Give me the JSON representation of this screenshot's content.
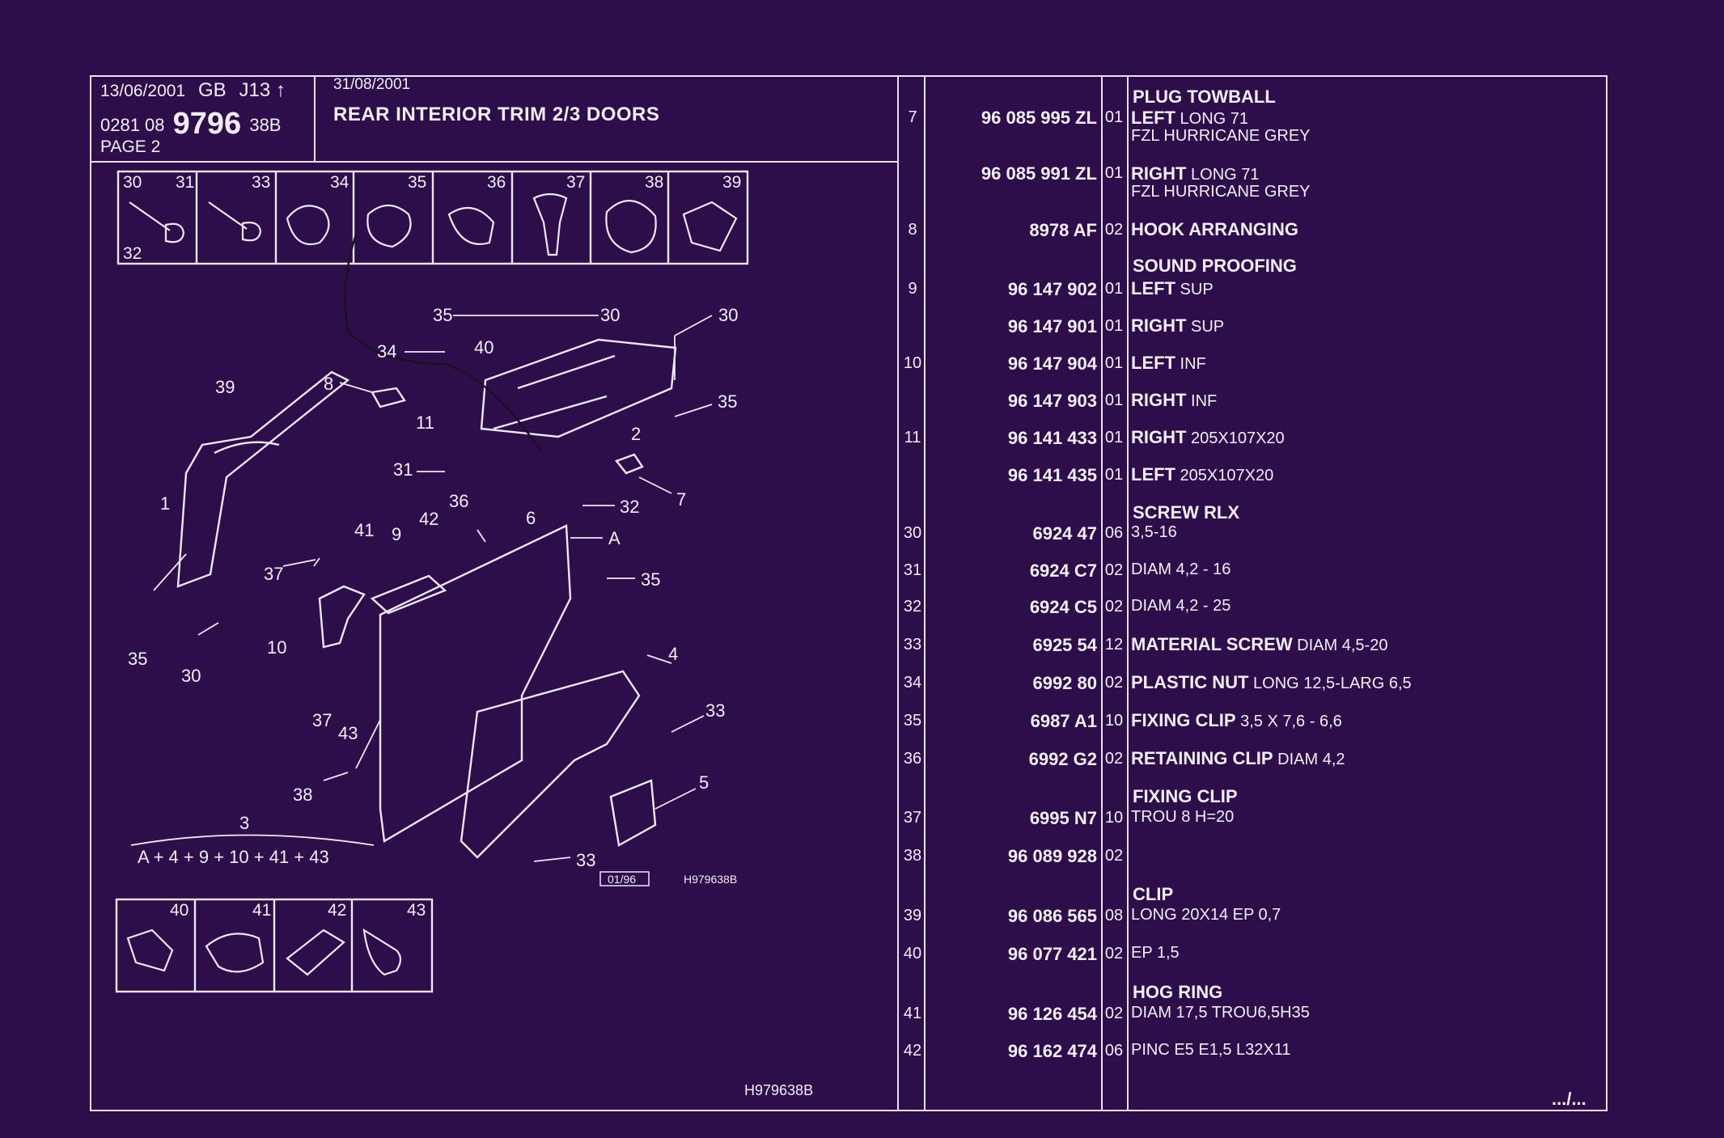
{
  "header": {
    "date1": "13/06/2001",
    "region": "GB",
    "code": "J13 ↑",
    "group": "0281  08",
    "page_no_big": "9796",
    "page_suffix": "38B",
    "page_label": "PAGE  2",
    "date2": "31/08/2001",
    "title": "REAR INTERIOR TRIM 2/3 DOORS"
  },
  "diagram": {
    "top_strip_numbers": [
      "30",
      "31",
      "33",
      "34",
      "35",
      "36",
      "37",
      "38",
      "39"
    ],
    "top_strip_sub": "32",
    "bottom_strip_numbers": [
      "40",
      "41",
      "42",
      "43"
    ],
    "callouts": [
      "35",
      "30",
      "30",
      "34",
      "40",
      "39",
      "8",
      "35",
      "11",
      "2",
      "31",
      "36",
      "7",
      "32",
      "6",
      "1",
      "42",
      "A",
      "41",
      "9",
      "37",
      "35",
      "10",
      "35",
      "30",
      "4",
      "37",
      "43",
      "33",
      "5",
      "38",
      "33",
      "3"
    ],
    "formula": "A + 4 + 9 + 10 + 41 + 43",
    "edition_box": "01/96",
    "drawing_ref": "H979638B"
  },
  "footer": {
    "drawing_ref": "H979638B",
    "continue": ".../..."
  },
  "rows": [
    {
      "idx": "7",
      "ref": "96 085 995 ZL",
      "qty": "01",
      "head": "PLUG TOWBALL",
      "bold": "LEFT",
      "desc": " LONG 71",
      "desc2": "FZL HURRICANE GREY"
    },
    {
      "idx": "",
      "ref": "96 085 991 ZL",
      "qty": "01",
      "head": "",
      "bold": "RIGHT",
      "desc": " LONG 71",
      "desc2": "FZL HURRICANE GREY"
    },
    {
      "idx": "8",
      "ref": "8978 AF",
      "qty": "02",
      "head": "",
      "bold": "HOOK ARRANGING",
      "desc": "",
      "desc2": ""
    },
    {
      "idx": "9",
      "ref": "96 147 902",
      "qty": "01",
      "head": "SOUND PROOFING",
      "bold": "LEFT",
      "desc": " SUP",
      "desc2": ""
    },
    {
      "idx": "",
      "ref": "96 147 901",
      "qty": "01",
      "head": "",
      "bold": "RIGHT",
      "desc": " SUP",
      "desc2": ""
    },
    {
      "idx": "10",
      "ref": "96 147 904",
      "qty": "01",
      "head": "",
      "bold": "LEFT",
      "desc": " INF",
      "desc2": ""
    },
    {
      "idx": "",
      "ref": "96 147 903",
      "qty": "01",
      "head": "",
      "bold": "RIGHT",
      "desc": " INF",
      "desc2": ""
    },
    {
      "idx": "11",
      "ref": "96 141 433",
      "qty": "01",
      "head": "",
      "bold": "RIGHT",
      "desc": " 205X107X20",
      "desc2": ""
    },
    {
      "idx": "",
      "ref": "96 141 435",
      "qty": "01",
      "head": "",
      "bold": "LEFT",
      "desc": " 205X107X20",
      "desc2": ""
    },
    {
      "idx": "30",
      "ref": "6924 47",
      "qty": "06",
      "head": "SCREW RLX",
      "bold": "",
      "desc": "3,5-16",
      "desc2": ""
    },
    {
      "idx": "31",
      "ref": "6924 C7",
      "qty": "02",
      "head": "",
      "bold": "",
      "desc": "DIAM 4,2 - 16",
      "desc2": ""
    },
    {
      "idx": "32",
      "ref": "6924 C5",
      "qty": "02",
      "head": "",
      "bold": "",
      "desc": "DIAM 4,2 - 25",
      "desc2": ""
    },
    {
      "idx": "33",
      "ref": "6925 54",
      "qty": "12",
      "head": "",
      "bold": "MATERIAL SCREW",
      "desc": " DIAM 4,5-20",
      "desc2": ""
    },
    {
      "idx": "34",
      "ref": "6992 80",
      "qty": "02",
      "head": "",
      "bold": "PLASTIC NUT",
      "desc": " LONG 12,5-LARG 6,5",
      "desc2": ""
    },
    {
      "idx": "35",
      "ref": "6987 A1",
      "qty": "10",
      "head": "",
      "bold": "FIXING CLIP",
      "desc": " 3,5 X 7,6 - 6,6",
      "desc2": ""
    },
    {
      "idx": "36",
      "ref": "6992 G2",
      "qty": "02",
      "head": "",
      "bold": "RETAINING CLIP",
      "desc": " DIAM 4,2",
      "desc2": ""
    },
    {
      "idx": "37",
      "ref": "6995 N7",
      "qty": "10",
      "head": "FIXING CLIP",
      "bold": "",
      "desc": "TROU 8 H=20",
      "desc2": ""
    },
    {
      "idx": "38",
      "ref": "96 089 928",
      "qty": "02",
      "head": "",
      "bold": "",
      "desc": "",
      "desc2": ""
    },
    {
      "idx": "39",
      "ref": "96 086 565",
      "qty": "08",
      "head": "CLIP",
      "bold": "",
      "desc": "LONG 20X14 EP 0,7",
      "desc2": ""
    },
    {
      "idx": "40",
      "ref": "96 077 421",
      "qty": "02",
      "head": "",
      "bold": "",
      "desc": "EP 1,5",
      "desc2": ""
    },
    {
      "idx": "41",
      "ref": "96 126 454",
      "qty": "02",
      "head": "HOG RING",
      "bold": "",
      "desc": "DIAM 17,5 TROU6,5H35",
      "desc2": ""
    },
    {
      "idx": "42",
      "ref": "96 162 474",
      "qty": "06",
      "head": "",
      "bold": "",
      "desc": "PINC E5 E1,5 L32X11",
      "desc2": ""
    }
  ]
}
